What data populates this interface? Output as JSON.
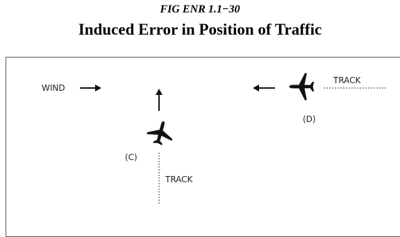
{
  "figure": {
    "number": "FIG ENR 1.1−30",
    "title": "Induced Error in Position of Traffic"
  },
  "diagram": {
    "wind_label": "WIND",
    "aircraft": [
      {
        "id": "C",
        "label": "(C)",
        "heading": "north"
      },
      {
        "id": "D",
        "label": "(D)",
        "heading": "west"
      }
    ],
    "track_labels": {
      "c": "TRACK",
      "d": "TRACK"
    }
  }
}
